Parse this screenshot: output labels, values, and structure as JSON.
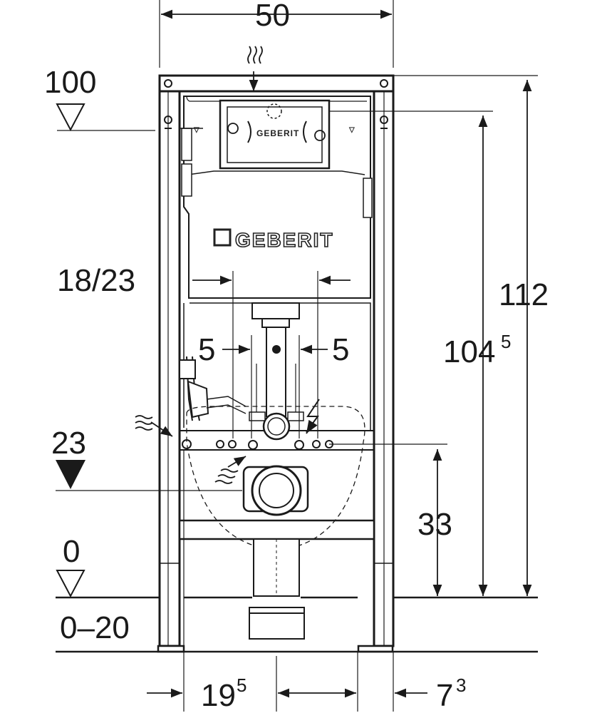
{
  "dimensions": {
    "top_width": "50",
    "level_100": "100",
    "level_23": "23",
    "level_0": "0",
    "range_0_20": "0–20",
    "offset_18_23": "18/23",
    "left_5": "5",
    "right_5": "5",
    "height_112": "112",
    "height_104_base": "104",
    "height_104_sup": "5",
    "height_33": "33",
    "bottom_19_base": "19",
    "bottom_19_sup": "5",
    "bottom_7_base": "7",
    "bottom_7_sup": "3"
  },
  "branding": {
    "logo_large": "GEBERIT",
    "logo_small": "GEBERIT"
  },
  "icons": [
    "water-supply-icon",
    "electrical-icon",
    "level-marker-icon",
    "dimension-arrow-icon"
  ]
}
